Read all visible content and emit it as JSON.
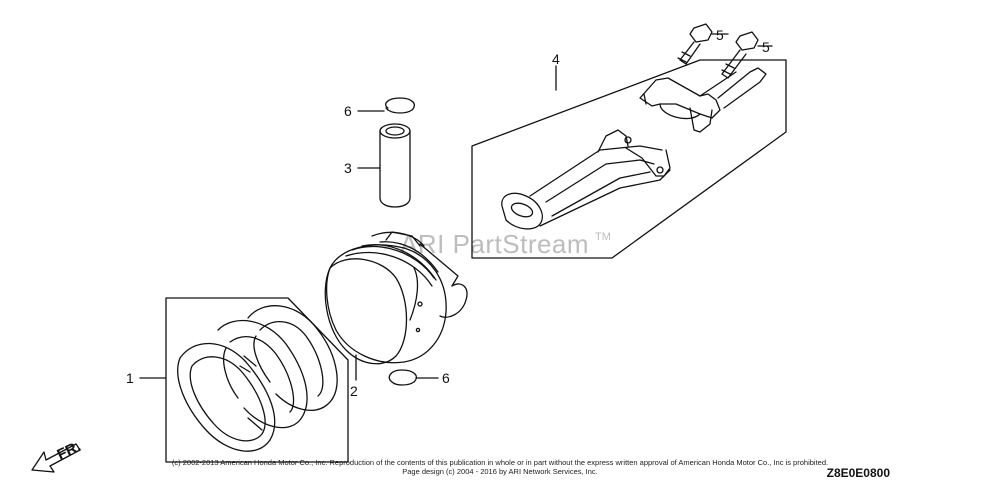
{
  "callouts": {
    "ring_set": "1",
    "piston": "2",
    "piston_pin": "3",
    "connecting_rod": "4",
    "bolt_a": "5",
    "bolt_b": "5",
    "clip_top": "6",
    "clip_bottom": "6"
  },
  "watermark": {
    "text": "ARI PartStream",
    "trademark": "TM"
  },
  "direction": {
    "label": "FR."
  },
  "footer": {
    "copyright": "(c) 2002-2013 American Honda Motor Co., Inc. Reproduction of the contents of this publication in whole or in part without the express written approval of American Honda Motor Co., Inc is prohibited.",
    "page_design": "Page design (c) 2004 - 2016 by ARI Network Services, Inc.",
    "diagram_code": "Z8E0E0800"
  }
}
